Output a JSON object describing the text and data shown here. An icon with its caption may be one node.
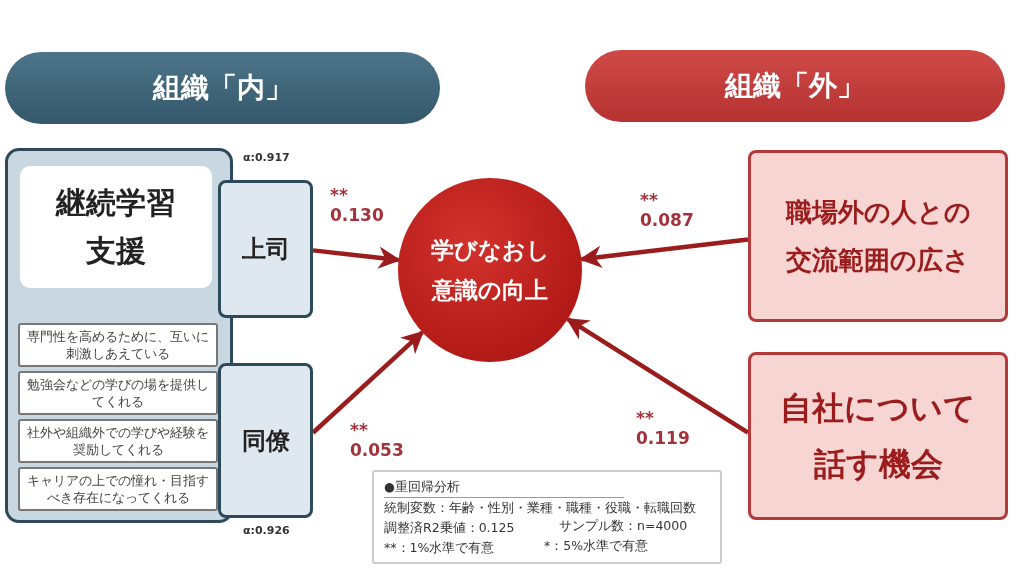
{
  "diagram": {
    "nodes": [
      {
        "text": [
          "組織「内」"
        ]
      },
      {
        "text": [
          "組織「外」"
        ]
      },
      {
        "text": [],
        "shape": "box"
      },
      {
        "text": [
          "継続学習支援"
        ],
        "in": 2
      },
      {
        "text": [
          "専門性を高めるために、互いに刺激しあえている"
        ],
        "in": 2
      },
      {
        "text": [
          "勉強会などの学びの場を提供してくれる"
        ],
        "in": 2
      },
      {
        "text": [
          "社外や組織外での学びや経験を奨励してくれる"
        ],
        "in": 2
      },
      {
        "text": [
          "キャリアの上での憧れ・目指すべき存在になってくれる"
        ],
        "in": 2
      },
      {
        "text": [
          "上司"
        ],
        "beside": [
          "α:0.917"
        ]
      },
      {
        "text": [
          "同僚"
        ],
        "beside": [
          "α:0.926"
        ]
      },
      {
        "text": [
          "学びなおし意識の向上"
        ]
      },
      {
        "text": [
          "職場外の人との交流範囲の広さ"
        ]
      },
      {
        "text": [
          "自社について話す機会"
        ]
      },
      {
        "text": [
          "●重回帰分析",
          "統制変数：年齢・性別・業種・職種・役職・転職回数",
          "調整済R2乗値：0.125",
          "サンプル数：n=4000",
          "**：1%水準で有意",
          "*：5%水準で有意"
        ]
      }
    ],
    "edges": [
      {
        "from": 8,
        "to": 10,
        "arrow": "to",
        "label": "** 0.130"
      },
      {
        "from": 9,
        "to": 10,
        "arrow": "to",
        "label": "** 0.053"
      },
      {
        "from": 11,
        "to": 10,
        "arrow": "to",
        "label": "** 0.087"
      },
      {
        "from": 12,
        "to": 10,
        "arrow": "to",
        "label": "** 0.119"
      }
    ]
  }
}
